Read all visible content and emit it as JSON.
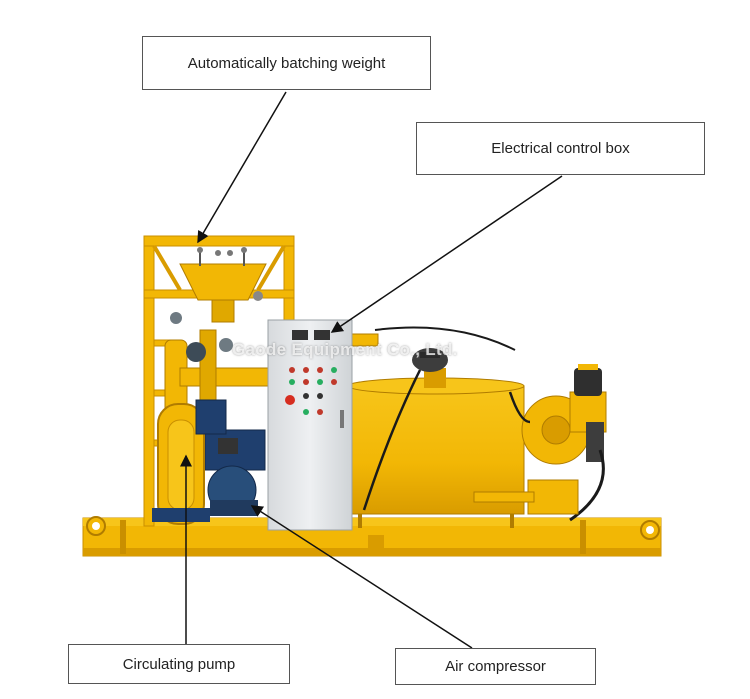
{
  "labels": {
    "batching": "Automatically batching weight",
    "control_box": "Electrical control box",
    "pump": "Circulating pump",
    "compressor": "Air compressor"
  },
  "watermark": "Gaode Equipment Co., Ltd.",
  "colors": {
    "machine_yellow": "#f2b705",
    "machine_shadow": "#c98f00",
    "cabinet_grey": "#e4e6e8",
    "motor_blue": "#1f3f6e",
    "leader_line": "#111111"
  }
}
